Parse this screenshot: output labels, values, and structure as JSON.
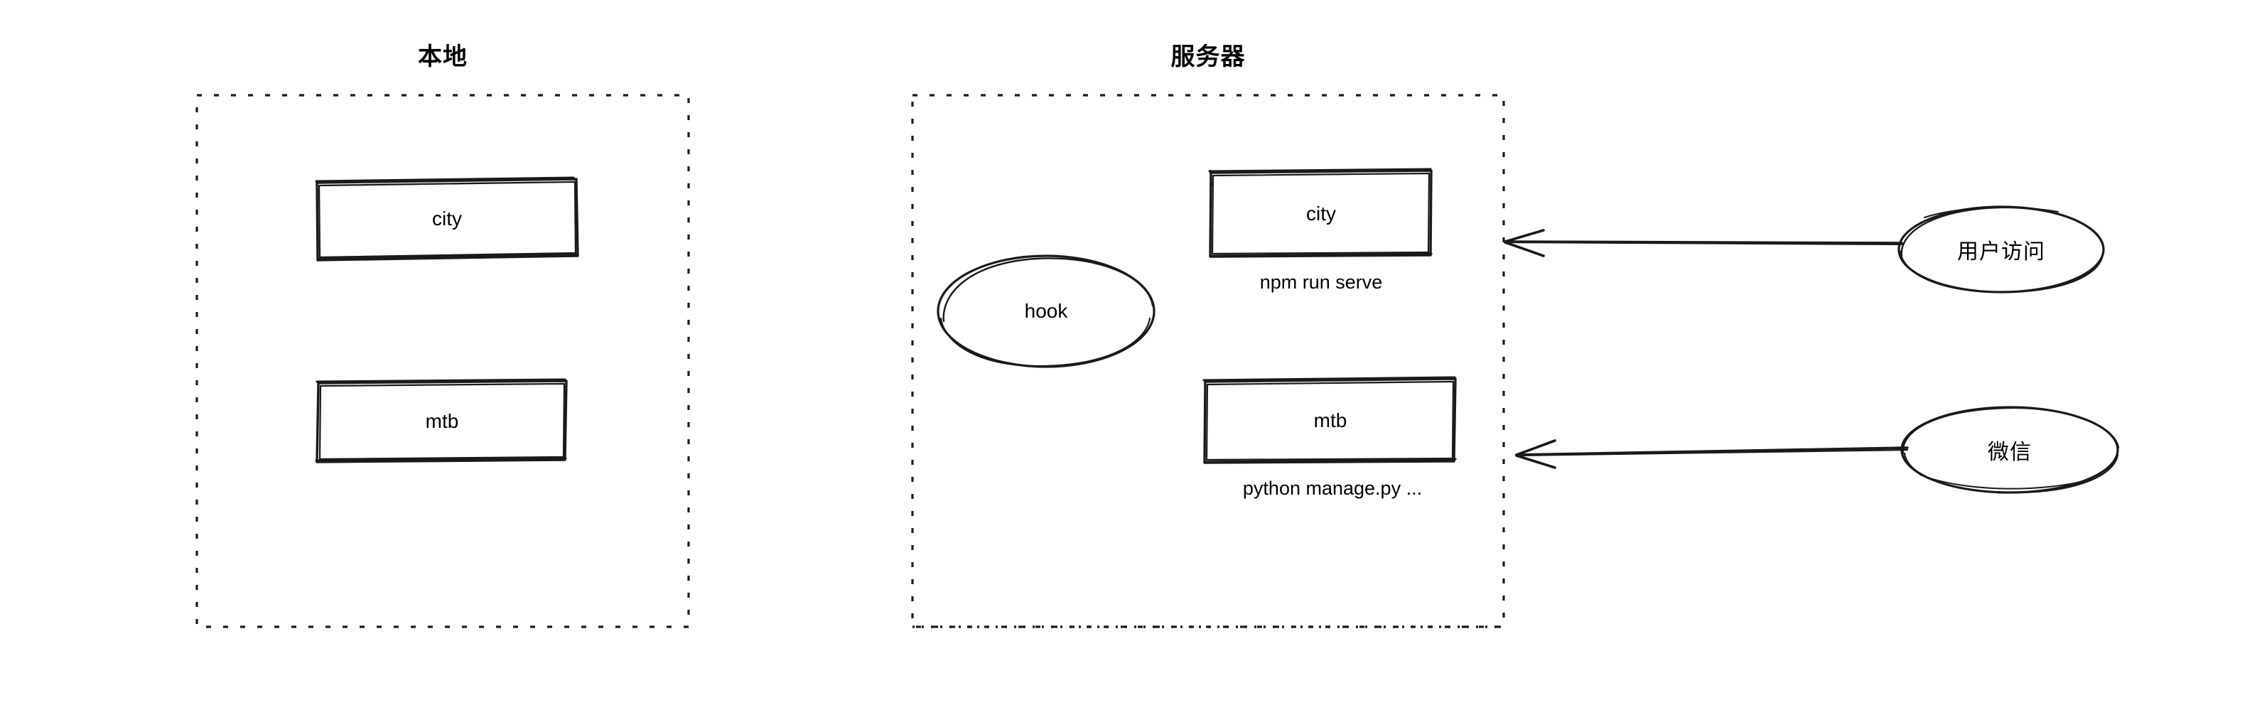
{
  "diagram": {
    "type": "architecture-sketch",
    "style": "hand-drawn",
    "background_color": "#ffffff",
    "stroke_color": "#1a1a1a",
    "zones": [
      {
        "id": "local",
        "title": "本地",
        "border_style": "dashed",
        "nodes": [
          {
            "id": "local-city",
            "label": "city",
            "shape": "rectangle",
            "caption": ""
          },
          {
            "id": "local-mtb",
            "label": "mtb",
            "shape": "rectangle",
            "caption": ""
          }
        ]
      },
      {
        "id": "server",
        "title": "服务器",
        "border_style": "dashed",
        "nodes": [
          {
            "id": "server-hook",
            "label": "hook",
            "shape": "ellipse",
            "caption": ""
          },
          {
            "id": "server-city",
            "label": "city",
            "shape": "rectangle",
            "caption": "npm run serve"
          },
          {
            "id": "server-mtb",
            "label": "mtb",
            "shape": "rectangle",
            "caption": "python manage.py ..."
          }
        ]
      }
    ],
    "external_nodes": [
      {
        "id": "user-access",
        "label": "用户访问",
        "shape": "ellipse"
      },
      {
        "id": "wechat",
        "label": "微信",
        "shape": "ellipse"
      }
    ],
    "arrows": [
      {
        "id": "arrow-user",
        "from": "user-access",
        "to": "server",
        "direction": "left",
        "head": "open"
      },
      {
        "id": "arrow-wechat",
        "from": "wechat",
        "to": "server",
        "direction": "left",
        "head": "open"
      }
    ]
  }
}
